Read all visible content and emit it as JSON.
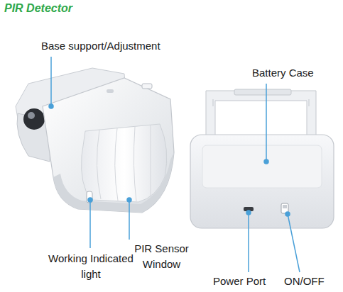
{
  "diagram": {
    "title": "PIR Detector",
    "labels": [
      "Base support/Adjustment",
      "Battery Case",
      "Working Indicated light",
      "PIR Sensor Window",
      "Power Port",
      "ON/OFF"
    ]
  }
}
